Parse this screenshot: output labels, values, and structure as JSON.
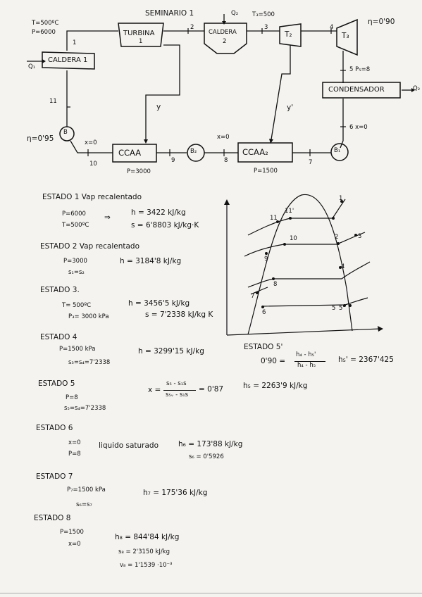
{
  "title": "SEMINARIO 1",
  "cycle": {
    "caldera1": {
      "label": "CALDERA 1",
      "t_label": "T=500ºC",
      "p_label": "P=6000",
      "q_label": "Q₁",
      "num": "1"
    },
    "turbina1": {
      "label": "TURBINA",
      "num": "1"
    },
    "caldera2": {
      "label": "CALDERA",
      "num": "2",
      "q_label": "Q₂"
    },
    "t3_label": "T₃=500",
    "turb2": "T₂",
    "turb3": "T₃",
    "eta_t": "η=0'90",
    "condensador": {
      "label": "CONDENSADOR",
      "q_label": "Q₂"
    },
    "p5_label": "5  P₅=8",
    "x6_label": "6  x=0",
    "ccaa1": {
      "label": "CCAA",
      "p_label": "P=3000",
      "x_label": "x=0"
    },
    "ccaa2": {
      "label": "CCAA₂",
      "p_label": "P=1500",
      "x_label": "x=0"
    },
    "pump_b": "B",
    "pump_b2": "B₂",
    "pump_b1": "B₁",
    "eta_b": "η=0'95",
    "y_label": "y",
    "y1_label": "y'",
    "nodes": [
      "1",
      "2",
      "3",
      "4",
      "5",
      "6",
      "7",
      "8",
      "9",
      "10",
      "11"
    ]
  },
  "ts_diagram": {
    "points": [
      "1",
      "2",
      "3",
      "4",
      "5",
      "5'",
      "6",
      "7",
      "8",
      "9",
      "10",
      "11",
      "11'"
    ]
  },
  "states": [
    {
      "head": "ESTADO 1 Vap recalentado",
      "l1": "P=6000",
      "l2": "T=500ºC",
      "arrow": "⇒",
      "r1": "h = 3422 kJ/kg",
      "r2": "s = 6'8803 kJ/kg·K"
    },
    {
      "head": "ESTADO 2 Vap recalentado",
      "l1": "P=3000",
      "l2": "s₁=s₂",
      "r1": "h = 3184'8 kJ/kg"
    },
    {
      "head": "ESTADO 3.",
      "l1": "T= 500ºC",
      "l2": "P₃= 3000 kPa",
      "r1": "h = 3456'5 kJ/kg",
      "r2": "s = 7'2338 kJ/kg K"
    },
    {
      "head": "ESTADO 4",
      "l1": "P=1500 kPa",
      "l2": "s₃=s₄=7'2338",
      "r1": "h = 3299'15 kJ/kg"
    },
    {
      "head": "ESTADO 5",
      "l1": "P=8",
      "l2": "s₅=s₄=7'2338",
      "frac_lead": "x =",
      "frac_num": "s₅ - s₁s",
      "frac_den": "s₅ᵥ - s₁s",
      "frac_res": "= 0'87",
      "r1": "h₅ = 2263'9 kJ/kg"
    },
    {
      "head": "ESTADO 6",
      "l1": "x=0",
      "l2": "P=8",
      "mid": "liquido saturado",
      "r1": "h₆ = 173'88 kJ/kg",
      "r2": "s₆ = 0'5926"
    },
    {
      "head": "ESTADO 7",
      "l1": "P₇=1500 kPa",
      "l2": "s₆=s₇",
      "r1": "h₇ = 175'36 kJ/kg"
    },
    {
      "head": "ESTADO 8",
      "l1": "P=1500",
      "l2": "x=0",
      "r1": "h₈ = 844'84 kJ/kg",
      "r2": "s₈ = 2'3150 kJ/kg",
      "r3": "v₈ = 1'1539 ·10⁻³"
    }
  ],
  "estado5p": {
    "head": "ESTADO 5'",
    "lhs": "0'90 =",
    "num": "h₄ - h₅'",
    "den": "h₄ - h₅",
    "res": "h₅' = 2367'425"
  }
}
